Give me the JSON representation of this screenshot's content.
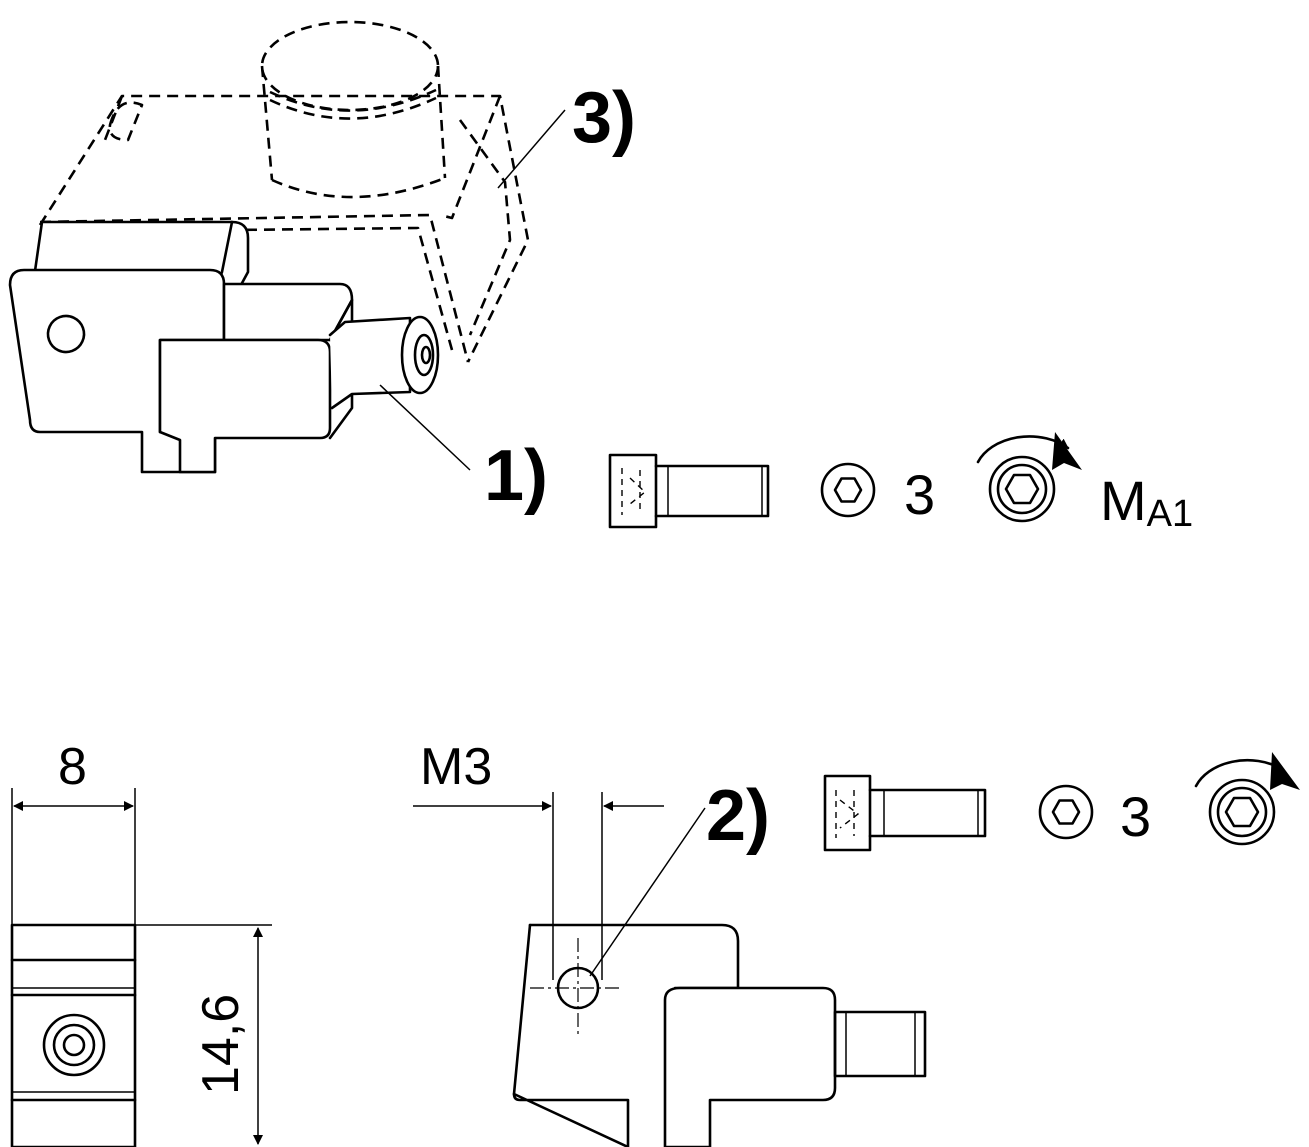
{
  "callouts": {
    "c1": "1)",
    "c2": "2)",
    "c3": "3)"
  },
  "torque_row_1": {
    "wrench_size": "3",
    "torque_symbol": "M",
    "torque_subscript": "A1"
  },
  "torque_row_2": {
    "wrench_size": "3"
  },
  "dimensions": {
    "width": "8",
    "height": "14,6",
    "thread": "M3"
  },
  "icons": [
    "screw-icon",
    "hex-key-icon",
    "torque-tighten-icon",
    "arrow-icon"
  ]
}
